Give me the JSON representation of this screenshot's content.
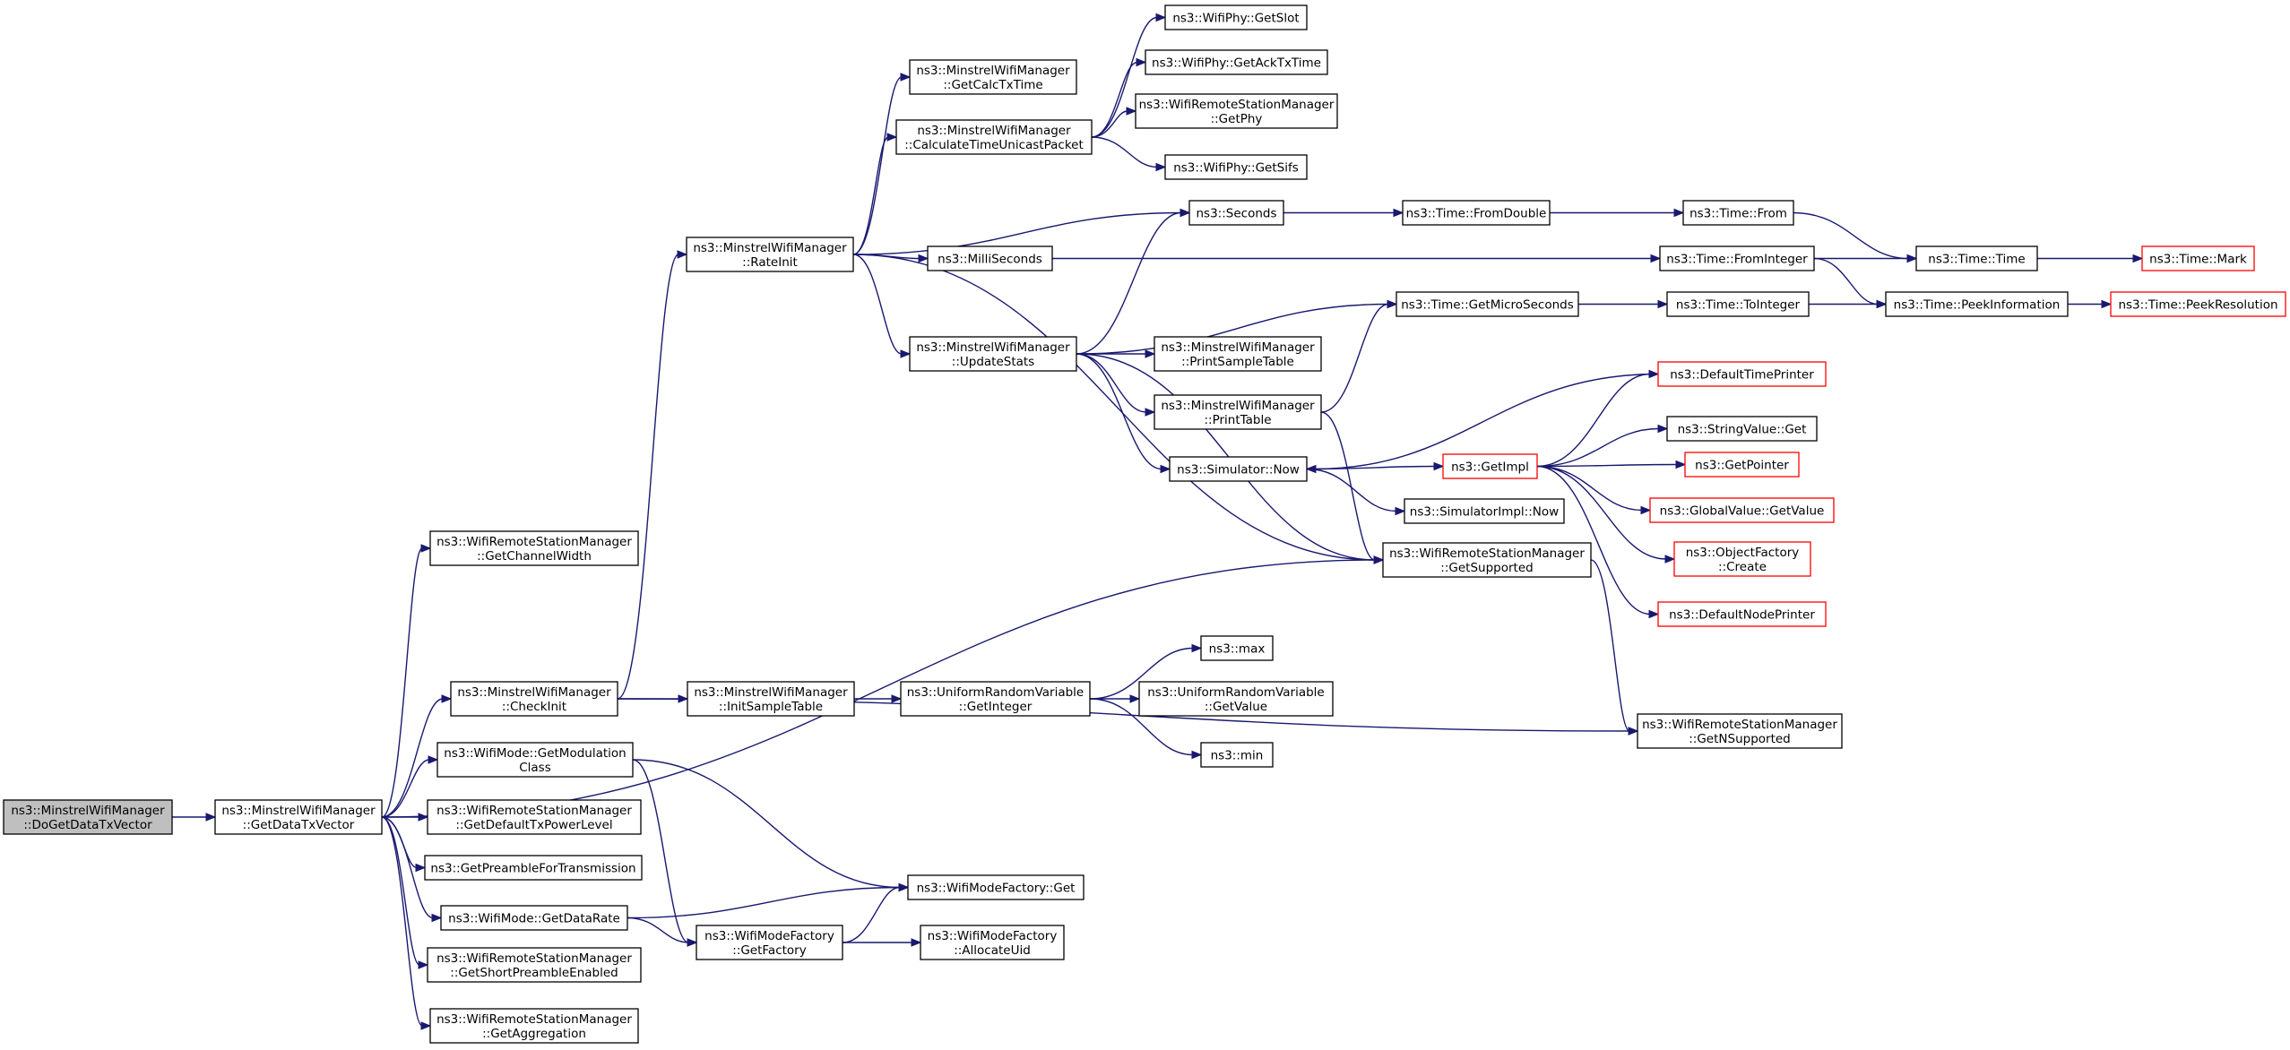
{
  "title": "",
  "colors": {
    "edge": "#191970",
    "node_border": "#000000",
    "node_border_truncated": "#ff0000",
    "node_fill": "#ffffff",
    "root_fill": "#bfbfbf"
  },
  "nodes": [
    {
      "id": "n0",
      "lines": [
        "ns3::MinstrelWifiManager",
        "::DoGetDataTxVector"
      ],
      "style": "root"
    },
    {
      "id": "n1",
      "lines": [
        "ns3::MinstrelWifiManager",
        "::GetDataTxVector"
      ],
      "style": "normal"
    },
    {
      "id": "n2",
      "lines": [
        "ns3::WifiRemoteStationManager",
        "::GetChannelWidth"
      ],
      "style": "normal"
    },
    {
      "id": "n3",
      "lines": [
        "ns3::MinstrelWifiManager",
        "::CheckInit"
      ],
      "style": "normal"
    },
    {
      "id": "n4",
      "lines": [
        "ns3::WifiMode::GetModulation",
        "Class"
      ],
      "style": "normal"
    },
    {
      "id": "n5",
      "lines": [
        "ns3::WifiRemoteStationManager",
        "::GetDefaultTxPowerLevel"
      ],
      "style": "normal"
    },
    {
      "id": "n6",
      "lines": [
        "ns3::GetPreambleForTransmission"
      ],
      "style": "normal"
    },
    {
      "id": "n7",
      "lines": [
        "ns3::WifiMode::GetDataRate"
      ],
      "style": "normal"
    },
    {
      "id": "n8",
      "lines": [
        "ns3::WifiRemoteStationManager",
        "::GetShortPreambleEnabled"
      ],
      "style": "normal"
    },
    {
      "id": "n9",
      "lines": [
        "ns3::WifiRemoteStationManager",
        "::GetAggregation"
      ],
      "style": "normal"
    },
    {
      "id": "n10",
      "lines": [
        "ns3::MinstrelWifiManager",
        "::RateInit"
      ],
      "style": "normal"
    },
    {
      "id": "n11",
      "lines": [
        "ns3::MinstrelWifiManager",
        "::InitSampleTable"
      ],
      "style": "normal"
    },
    {
      "id": "n12",
      "lines": [
        "ns3::WifiModeFactory::Get"
      ],
      "style": "normal"
    },
    {
      "id": "n13",
      "lines": [
        "ns3::WifiModeFactory",
        "::GetFactory"
      ],
      "style": "normal"
    },
    {
      "id": "n14",
      "lines": [
        "ns3::MinstrelWifiManager",
        "::GetCalcTxTime"
      ],
      "style": "normal"
    },
    {
      "id": "n15",
      "lines": [
        "ns3::MinstrelWifiManager",
        "::CalculateTimeUnicastPacket"
      ],
      "style": "normal"
    },
    {
      "id": "n16",
      "lines": [
        "ns3::MilliSeconds"
      ],
      "style": "normal"
    },
    {
      "id": "n17",
      "lines": [
        "ns3::MinstrelWifiManager",
        "::UpdateStats"
      ],
      "style": "normal"
    },
    {
      "id": "n18",
      "lines": [
        "ns3::UniformRandomVariable",
        "::GetInteger"
      ],
      "style": "normal"
    },
    {
      "id": "n19",
      "lines": [
        "ns3::WifiModeFactory",
        "::AllocateUid"
      ],
      "style": "normal"
    },
    {
      "id": "n20",
      "lines": [
        "ns3::WifiPhy::GetSlot"
      ],
      "style": "normal"
    },
    {
      "id": "n21",
      "lines": [
        "ns3::WifiPhy::GetAckTxTime"
      ],
      "style": "normal"
    },
    {
      "id": "n22",
      "lines": [
        "ns3::WifiRemoteStationManager",
        "::GetPhy"
      ],
      "style": "normal"
    },
    {
      "id": "n23",
      "lines": [
        "ns3::WifiPhy::GetSifs"
      ],
      "style": "normal"
    },
    {
      "id": "n24",
      "lines": [
        "ns3::Seconds"
      ],
      "style": "normal"
    },
    {
      "id": "n25",
      "lines": [
        "ns3::MinstrelWifiManager",
        "::PrintSampleTable"
      ],
      "style": "normal"
    },
    {
      "id": "n26",
      "lines": [
        "ns3::MinstrelWifiManager",
        "::PrintTable"
      ],
      "style": "normal"
    },
    {
      "id": "n27",
      "lines": [
        "ns3::Simulator::Now"
      ],
      "style": "normal"
    },
    {
      "id": "n28",
      "lines": [
        "ns3::max"
      ],
      "style": "normal"
    },
    {
      "id": "n29",
      "lines": [
        "ns3::UniformRandomVariable",
        "::GetValue"
      ],
      "style": "normal"
    },
    {
      "id": "n30",
      "lines": [
        "ns3::min"
      ],
      "style": "normal"
    },
    {
      "id": "n31",
      "lines": [
        "ns3::Time::FromDouble"
      ],
      "style": "normal"
    },
    {
      "id": "n32",
      "lines": [
        "ns3::Time::GetMicroSeconds"
      ],
      "style": "normal"
    },
    {
      "id": "n33",
      "lines": [
        "ns3::WifiRemoteStationManager",
        "::GetSupported"
      ],
      "style": "normal"
    },
    {
      "id": "n34",
      "lines": [
        "ns3::GetImpl"
      ],
      "style": "truncated"
    },
    {
      "id": "n35",
      "lines": [
        "ns3::SimulatorImpl::Now"
      ],
      "style": "normal"
    },
    {
      "id": "n36",
      "lines": [
        "ns3::Time::From"
      ],
      "style": "normal"
    },
    {
      "id": "n37",
      "lines": [
        "ns3::Time::FromInteger"
      ],
      "style": "normal"
    },
    {
      "id": "n38",
      "lines": [
        "ns3::Time::ToInteger"
      ],
      "style": "normal"
    },
    {
      "id": "n39",
      "lines": [
        "ns3::WifiRemoteStationManager",
        "::GetNSupported"
      ],
      "style": "normal"
    },
    {
      "id": "n40",
      "lines": [
        "ns3::DefaultTimePrinter"
      ],
      "style": "truncated"
    },
    {
      "id": "n41",
      "lines": [
        "ns3::StringValue::Get"
      ],
      "style": "normal"
    },
    {
      "id": "n42",
      "lines": [
        "ns3::GetPointer"
      ],
      "style": "truncated"
    },
    {
      "id": "n43",
      "lines": [
        "ns3::GlobalValue::GetValue"
      ],
      "style": "truncated"
    },
    {
      "id": "n44",
      "lines": [
        "ns3::ObjectFactory",
        "::Create"
      ],
      "style": "truncated"
    },
    {
      "id": "n45",
      "lines": [
        "ns3::DefaultNodePrinter"
      ],
      "style": "truncated"
    },
    {
      "id": "n46",
      "lines": [
        "ns3::Time::Time"
      ],
      "style": "normal"
    },
    {
      "id": "n47",
      "lines": [
        "ns3::Time::PeekInformation"
      ],
      "style": "normal"
    },
    {
      "id": "n48",
      "lines": [
        "ns3::Time::Mark"
      ],
      "style": "truncated"
    },
    {
      "id": "n49",
      "lines": [
        "ns3::Time::PeekResolution"
      ],
      "style": "truncated"
    }
  ],
  "edges": [
    [
      "n0",
      "n1"
    ],
    [
      "n1",
      "n2"
    ],
    [
      "n1",
      "n3"
    ],
    [
      "n1",
      "n4"
    ],
    [
      "n1",
      "n5"
    ],
    [
      "n1",
      "n6"
    ],
    [
      "n1",
      "n7"
    ],
    [
      "n1",
      "n8"
    ],
    [
      "n1",
      "n9"
    ],
    [
      "n1",
      "n33"
    ],
    [
      "n3",
      "n10"
    ],
    [
      "n3",
      "n11"
    ],
    [
      "n3",
      "n39"
    ],
    [
      "n4",
      "n12"
    ],
    [
      "n4",
      "n13"
    ],
    [
      "n7",
      "n12"
    ],
    [
      "n7",
      "n13"
    ],
    [
      "n13",
      "n12"
    ],
    [
      "n13",
      "n19"
    ],
    [
      "n11",
      "n18"
    ],
    [
      "n18",
      "n28"
    ],
    [
      "n18",
      "n29"
    ],
    [
      "n18",
      "n30"
    ],
    [
      "n10",
      "n14"
    ],
    [
      "n10",
      "n15"
    ],
    [
      "n10",
      "n24"
    ],
    [
      "n10",
      "n16"
    ],
    [
      "n10",
      "n17"
    ],
    [
      "n10",
      "n33"
    ],
    [
      "n15",
      "n20"
    ],
    [
      "n15",
      "n21"
    ],
    [
      "n15",
      "n22"
    ],
    [
      "n15",
      "n23"
    ],
    [
      "n16",
      "n37"
    ],
    [
      "n17",
      "n24"
    ],
    [
      "n17",
      "n32"
    ],
    [
      "n17",
      "n25"
    ],
    [
      "n17",
      "n26"
    ],
    [
      "n17",
      "n27"
    ],
    [
      "n17",
      "n33"
    ],
    [
      "n24",
      "n31"
    ],
    [
      "n31",
      "n36"
    ],
    [
      "n36",
      "n46"
    ],
    [
      "n37",
      "n46"
    ],
    [
      "n37",
      "n47"
    ],
    [
      "n32",
      "n38"
    ],
    [
      "n38",
      "n47"
    ],
    [
      "n46",
      "n48"
    ],
    [
      "n47",
      "n49"
    ],
    [
      "n26",
      "n32"
    ],
    [
      "n26",
      "n33"
    ],
    [
      "n27",
      "n34"
    ],
    [
      "n27",
      "n35"
    ],
    [
      "n34",
      "n40"
    ],
    [
      "n34",
      "n41"
    ],
    [
      "n34",
      "n42"
    ],
    [
      "n34",
      "n43"
    ],
    [
      "n34",
      "n44"
    ],
    [
      "n34",
      "n45"
    ],
    [
      "n40",
      "n27"
    ],
    [
      "n33",
      "n39"
    ]
  ]
}
